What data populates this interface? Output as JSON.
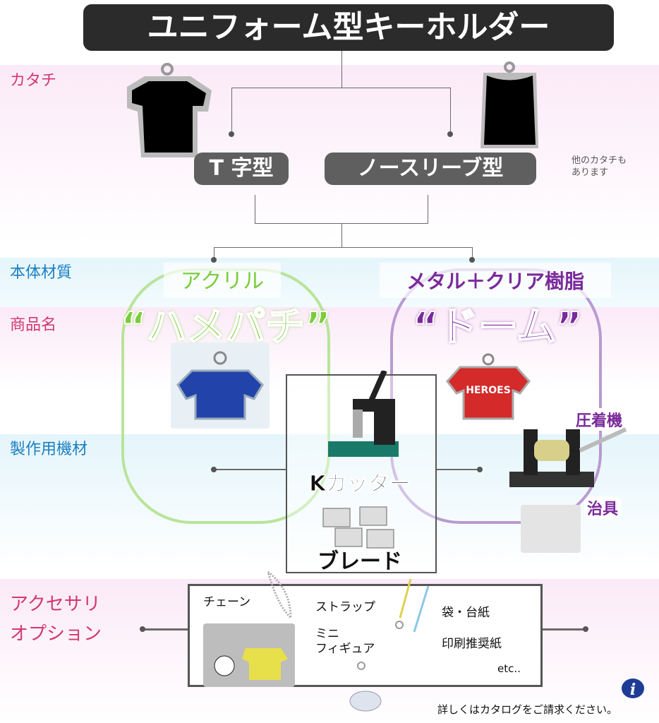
{
  "title": "ユニフォーム型キーホルダー",
  "rows": {
    "shape": "カタチ",
    "material": "本体材質",
    "product": "商品名",
    "equipment": "製作用機材",
    "accessory_1": "アクセサリ",
    "accessory_2": "オプション"
  },
  "shapes": {
    "t": "T 字型",
    "sleeveless": "ノースリーブ型",
    "note_1": "他のカタチも",
    "note_2": "あります"
  },
  "materials": {
    "left": "アクリル",
    "right": "メタル＋クリア樹脂"
  },
  "products": {
    "left": "“ハメパチ”",
    "right": "“ドーム”"
  },
  "equipment": {
    "cutter": "Kカッター",
    "blade": "ブレード",
    "press": "圧着機",
    "jig": "治具"
  },
  "accessories": {
    "chain": "チェーン",
    "strap": "ストラップ",
    "bag": "袋・台紙",
    "mini_1": "ミニ",
    "mini_2": "フィギュア",
    "paper": "印刷推奨紙",
    "etc": "etc.."
  },
  "footer": {
    "catalog": "詳しくはカタログをご請求ください。",
    "info_icon": "info-icon"
  },
  "colors": {
    "green": "#7ccc3c",
    "purple": "#7a2a9a",
    "label_pink": "#d2386e",
    "label_blue": "#1b7fc0",
    "title_bg": "#2b2b2b"
  }
}
